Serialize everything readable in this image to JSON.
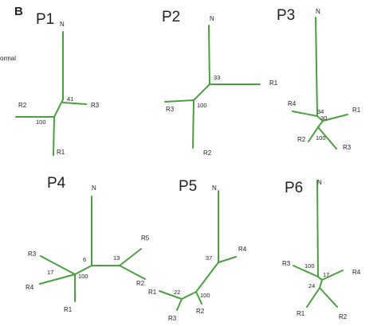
{
  "panel_letter": "B",
  "side_fragment": "ormal",
  "trees": [
    {
      "id": "P1",
      "title": "P1",
      "tips": [
        "N",
        "R1",
        "R2",
        "R3"
      ],
      "supports": [
        "41",
        "100"
      ]
    },
    {
      "id": "P2",
      "title": "P2",
      "tips": [
        "N",
        "R1",
        "R2",
        "R3"
      ],
      "supports": [
        "33",
        "100"
      ]
    },
    {
      "id": "P3",
      "title": "P3",
      "tips": [
        "N",
        "R1",
        "R2",
        "R3",
        "R4"
      ],
      "supports": [
        "34",
        "30",
        "100"
      ]
    },
    {
      "id": "P4",
      "title": "P4",
      "tips": [
        "N",
        "R1",
        "R2",
        "R3",
        "R4",
        "R5"
      ],
      "supports": [
        "6",
        "13",
        "17",
        "100"
      ]
    },
    {
      "id": "P5",
      "title": "P5",
      "tips": [
        "N",
        "R1",
        "R2",
        "R3",
        "R4"
      ],
      "supports": [
        "37",
        "22",
        "100"
      ]
    },
    {
      "id": "P6",
      "title": "P6",
      "tips": [
        "N",
        "R1",
        "R2",
        "R3",
        "R4"
      ],
      "supports": [
        "100",
        "17",
        "24"
      ]
    }
  ],
  "colors": {
    "branch": "#4aa03f",
    "text": "#222222",
    "background": "#ffffff"
  }
}
